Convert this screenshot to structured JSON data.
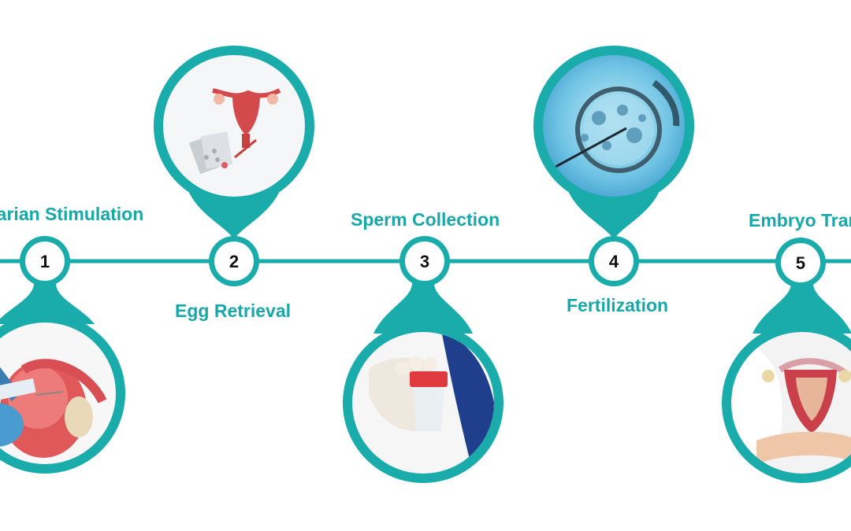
{
  "colors": {
    "accent": "#1aabab",
    "label": "#19a7a7",
    "number": "#111111",
    "background": "#ffffff"
  },
  "steps": [
    {
      "number": "1",
      "label": "Ovarian Stimulation",
      "image": "ovary-injection-photo"
    },
    {
      "number": "2",
      "label": "Egg Retrieval",
      "image": "uterus-illustration"
    },
    {
      "number": "3",
      "label": "Sperm Collection",
      "image": "sample-cup-photo"
    },
    {
      "number": "4",
      "label": "Fertilization",
      "image": "icsi-microscope-photo"
    },
    {
      "number": "5",
      "label": "Embryo Transfer",
      "image": "uterus-model-photo"
    }
  ]
}
